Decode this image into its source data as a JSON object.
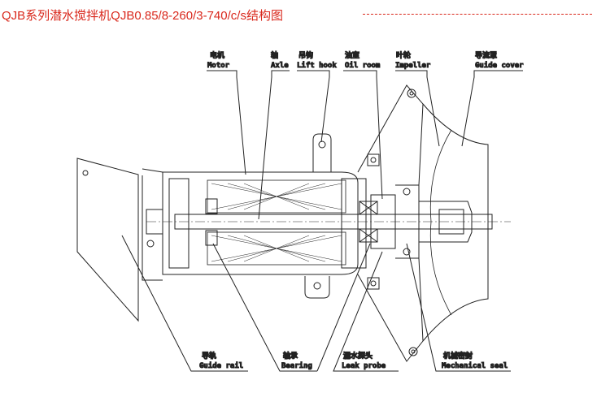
{
  "title": "QJB系列潜水搅拌机QJB0.85/8-260/3-740/c/s结构图",
  "colors": {
    "title": "#d9281c",
    "line": "#222222"
  },
  "labels_top": [
    {
      "cn": "电机",
      "en": "Motor"
    },
    {
      "cn": "轴",
      "en": "Axle"
    },
    {
      "cn": "吊钩",
      "en": "Lift hook"
    },
    {
      "cn": "油室",
      "en": "Oil room"
    },
    {
      "cn": "叶轮",
      "en": "Impeller"
    },
    {
      "cn": "导流罩",
      "en": "Guide cover"
    }
  ],
  "labels_bottom": [
    {
      "cn": "导轨",
      "en": "Guide rail"
    },
    {
      "cn": "轴承",
      "en": "Bearing"
    },
    {
      "cn": "漏水探头",
      "en": "Leak probe"
    },
    {
      "cn": "机械密封",
      "en": "Mechanical seal"
    }
  ]
}
